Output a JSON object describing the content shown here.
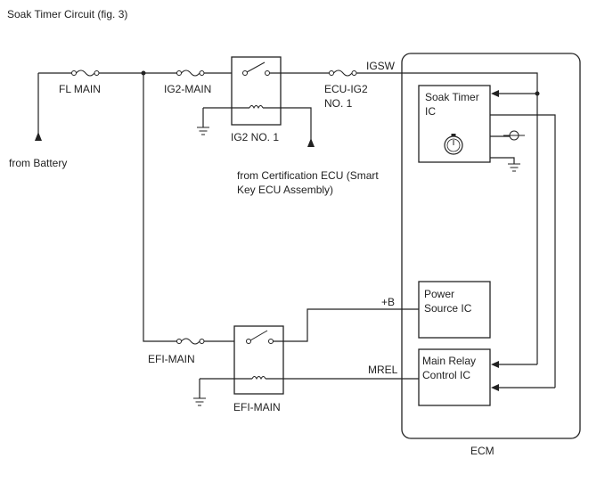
{
  "title": "Soak Timer Circuit (fig. 3)",
  "labels": {
    "fl_main": "FL MAIN",
    "ig2_main": "IG2-MAIN",
    "ig2_no1": "IG2 NO. 1",
    "ecu_ig2_line1": "ECU-IG2",
    "ecu_ig2_line2": "NO. 1",
    "igsw": "IGSW",
    "from_battery": "from Battery",
    "from_cert_line1": "from Certification ECU (Smart",
    "from_cert_line2": "Key ECU Assembly)",
    "soak_timer_line1": "Soak Timer",
    "soak_timer_line2": "IC",
    "power_source_line1": "Power",
    "power_source_line2": "Source IC",
    "plus_b": "+B",
    "efi_main_fuse": "EFI-MAIN",
    "efi_main_relay": "EFI-MAIN",
    "mrel": "MREL",
    "main_relay_line1": "Main Relay",
    "main_relay_line2": "Control IC",
    "ecm": "ECM"
  }
}
